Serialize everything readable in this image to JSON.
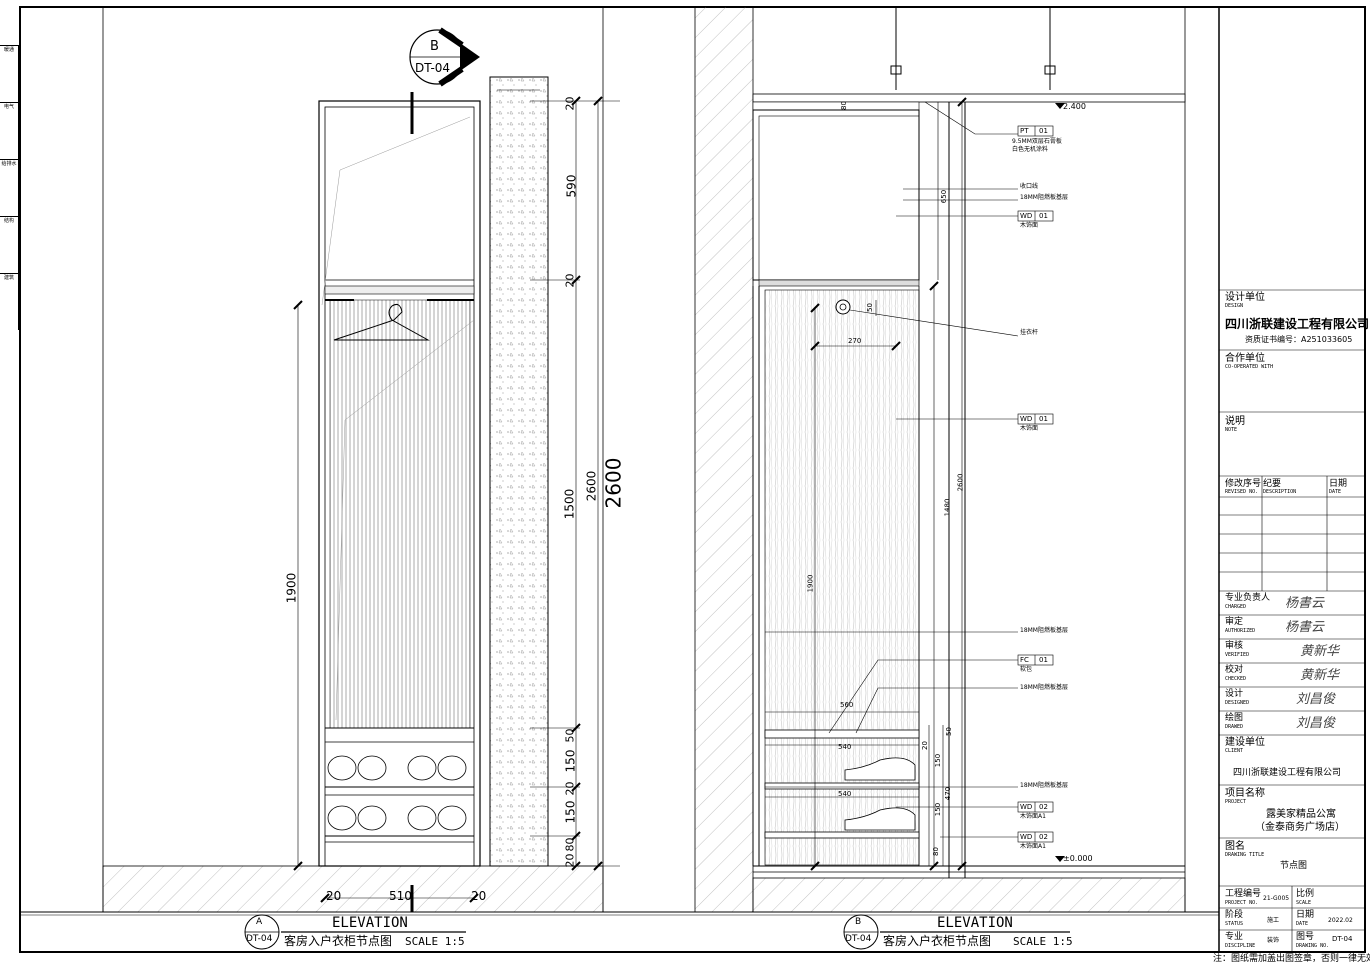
{
  "left_strip": [
    "暖通",
    "电气",
    "给排水",
    "结构",
    "建筑"
  ],
  "section_marker": {
    "letter": "B",
    "sheet": "DT-04"
  },
  "elevation_a": {
    "letter": "A",
    "sheet": "DT-04",
    "title": "ELEVATION",
    "caption": "客房入户衣柜节点图",
    "scale": "SCALE 1:5",
    "dims_right": [
      "20",
      "590",
      "20",
      "1500",
      "2600",
      "50",
      "150",
      "20",
      "150",
      "80",
      "20"
    ],
    "dim_total": "2600",
    "dim_left": "1900",
    "dims_bottom": [
      "20",
      "510",
      "20"
    ]
  },
  "elevation_b": {
    "letter": "B",
    "sheet": "DT-04",
    "title": "ELEVATION",
    "caption": "客房入户衣柜节点图",
    "scale": "SCALE 1:5",
    "level_top": "2.400",
    "level_bottom": "±0.000",
    "dims": {
      "d_top": "80",
      "d650": "650",
      "d50": "50",
      "d270": "270",
      "d1480": "1480",
      "d2600": "2600",
      "d1900": "1900",
      "d560": "560",
      "d540a": "540",
      "d540b": "540",
      "d50b": "50",
      "d20": "20",
      "d150a": "150",
      "d470": "470",
      "d150b": "150",
      "d80": "80"
    },
    "tags": [
      {
        "code": "PT",
        "num": "01",
        "note": "9.5MM双层石膏板\n白色无机涂料"
      },
      {
        "code": "WD",
        "num": "01",
        "note": "木饰面"
      },
      {
        "code": "WD",
        "num": "01",
        "note": "木饰面"
      },
      {
        "code": "FC",
        "num": "01",
        "note": "软包"
      },
      {
        "code": "WD",
        "num": "02",
        "note": "木饰面A1"
      },
      {
        "code": "WD",
        "num": "02",
        "note": "木饰面A1"
      }
    ],
    "notes": [
      "收口线",
      "18MM阻燃板基层",
      "挂衣杆",
      "18MM阻燃板基层",
      "18MM阻燃板基层",
      "18MM阻燃板基层"
    ]
  },
  "title_block": {
    "design_unit_label": "设计单位",
    "design_unit_en": "DESIGN",
    "company": "四川浙联建设工程有限公司",
    "cert": "资质证书编号：A251033605",
    "cooperated_label": "合作单位",
    "cooperated_en": "CO-OPERATED  WITH",
    "note_label": "说明",
    "note_en": "NOTE",
    "rev_no_label": "修改序号",
    "rev_no_en": "REVISED NO.",
    "summary_label": "纪要",
    "summary_en": "DESCRIPTION",
    "date_label": "日期",
    "date_en": "DATE",
    "roles": [
      {
        "cn": "专业负责人",
        "en": "CHARGED",
        "sig": "杨書云"
      },
      {
        "cn": "审定",
        "en": "AUTHORIZED",
        "sig": "杨書云"
      },
      {
        "cn": "审核",
        "en": "VERIFIED",
        "sig": "黄新华"
      },
      {
        "cn": "校对",
        "en": "CHECKED",
        "sig": "黄新华"
      },
      {
        "cn": "设计",
        "en": "DESIGNED",
        "sig": "刘昌俊"
      },
      {
        "cn": "绘图",
        "en": "DRAWED",
        "sig": "刘昌俊"
      }
    ],
    "client_label": "建设单位",
    "client_en": "CLIENT",
    "client": "四川浙联建设工程有限公司",
    "project_label": "项目名称",
    "project_en": "PROJECT",
    "project_line1": "露美家精品公寓",
    "project_line2": "（金泰商务广场店）",
    "drawing_title_label": "图名",
    "drawing_title_en": "DRAWING TITLE",
    "drawing_title": "节点图",
    "project_no_label": "工程编号",
    "project_no_en": "PROJECT NO.",
    "project_no": "21-G005",
    "scale_label": "比例",
    "scale_en": "SCALE",
    "phase_label": "阶段",
    "phase_en": "STATUS",
    "phase": "施工",
    "date2_label": "日期",
    "date2_en": "DATE",
    "date2": "2022.02",
    "discipline_label": "专业",
    "discipline_en": "DISCIPLINE",
    "discipline": "装饰",
    "drawing_no_label": "图号",
    "drawing_no_en": "DRAWING NO.",
    "drawing_no": "DT-04"
  },
  "footer_note": "注：图纸需加盖出图签章，否则一律无效。"
}
